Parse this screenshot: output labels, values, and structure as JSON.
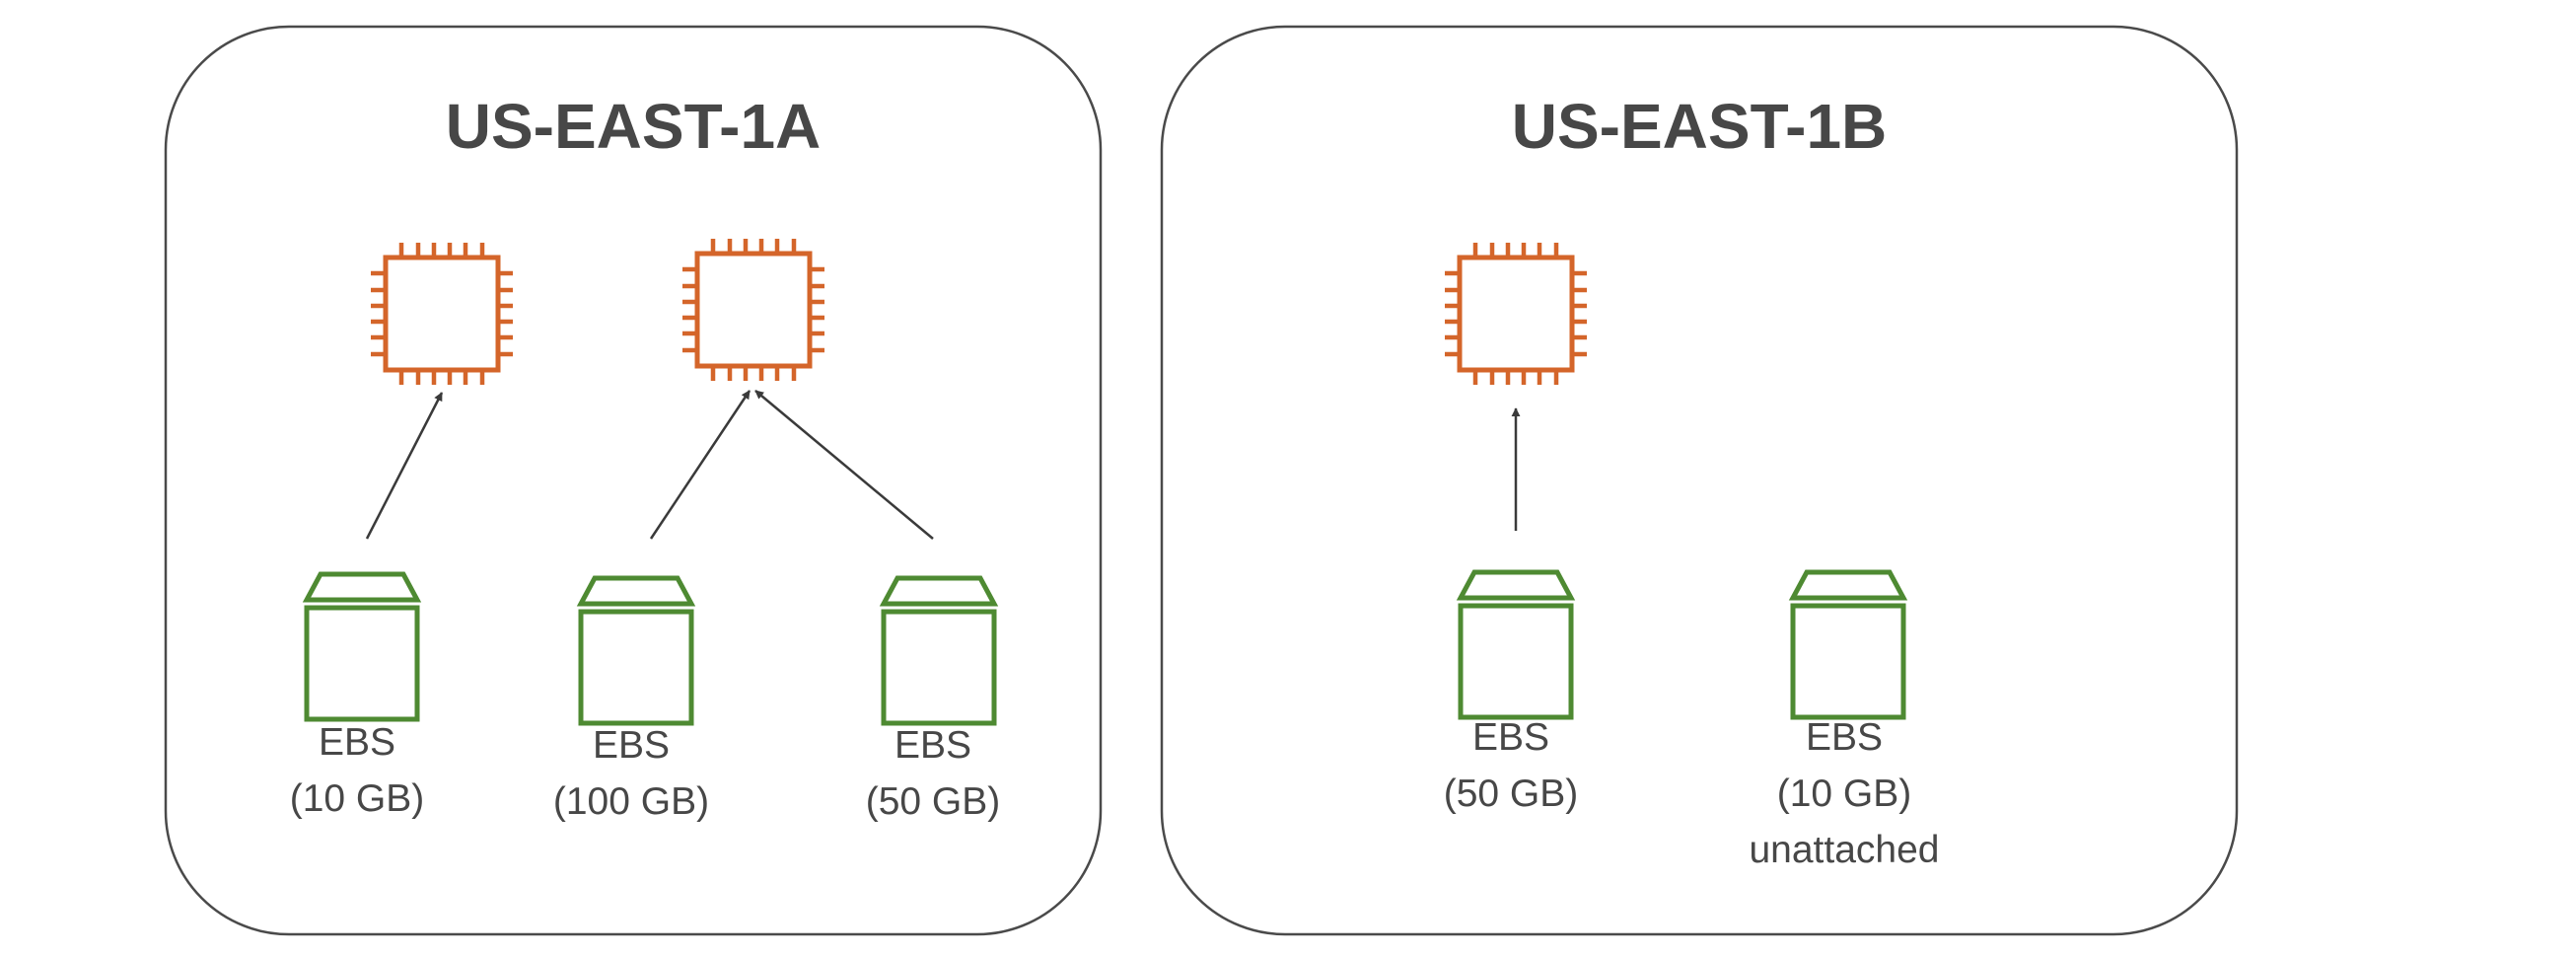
{
  "colors": {
    "instance": "#d4652a",
    "volume": "#4e8a32",
    "zone_border": "#4a4a4a",
    "text": "#474747",
    "arrow": "#3a3a3a"
  },
  "zones": [
    {
      "title": "US-EAST-1A",
      "instances": [
        {
          "icon": "ec2-instance-icon"
        },
        {
          "icon": "ec2-instance-icon"
        }
      ],
      "volumes": [
        {
          "icon": "ebs-volume-icon",
          "name": "EBS",
          "size": "(10 GB)",
          "attached_to": 0
        },
        {
          "icon": "ebs-volume-icon",
          "name": "EBS",
          "size": "(100 GB)",
          "attached_to": 1
        },
        {
          "icon": "ebs-volume-icon",
          "name": "EBS",
          "size": "(50 GB)",
          "attached_to": 1
        }
      ]
    },
    {
      "title": "US-EAST-1B",
      "instances": [
        {
          "icon": "ec2-instance-icon"
        }
      ],
      "volumes": [
        {
          "icon": "ebs-volume-icon",
          "name": "EBS",
          "size": "(50 GB)",
          "attached_to": 0
        },
        {
          "icon": "ebs-volume-icon",
          "name": "EBS",
          "size": "(10 GB)",
          "status": "unattached"
        }
      ]
    }
  ]
}
